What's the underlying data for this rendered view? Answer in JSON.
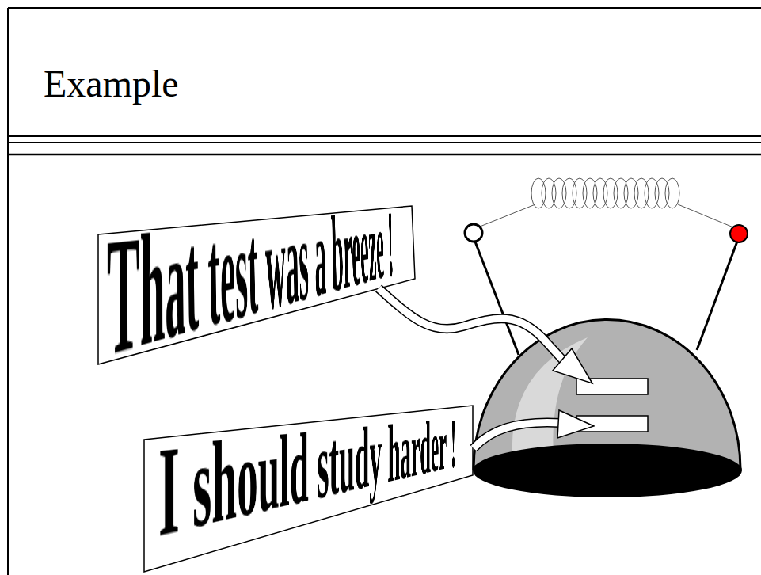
{
  "diagram": {
    "title": "Example",
    "nodes": [
      {
        "text": [
          "That test was a breeze !"
        ]
      },
      {
        "text": [
          "I should study harder !"
        ]
      }
    ]
  }
}
